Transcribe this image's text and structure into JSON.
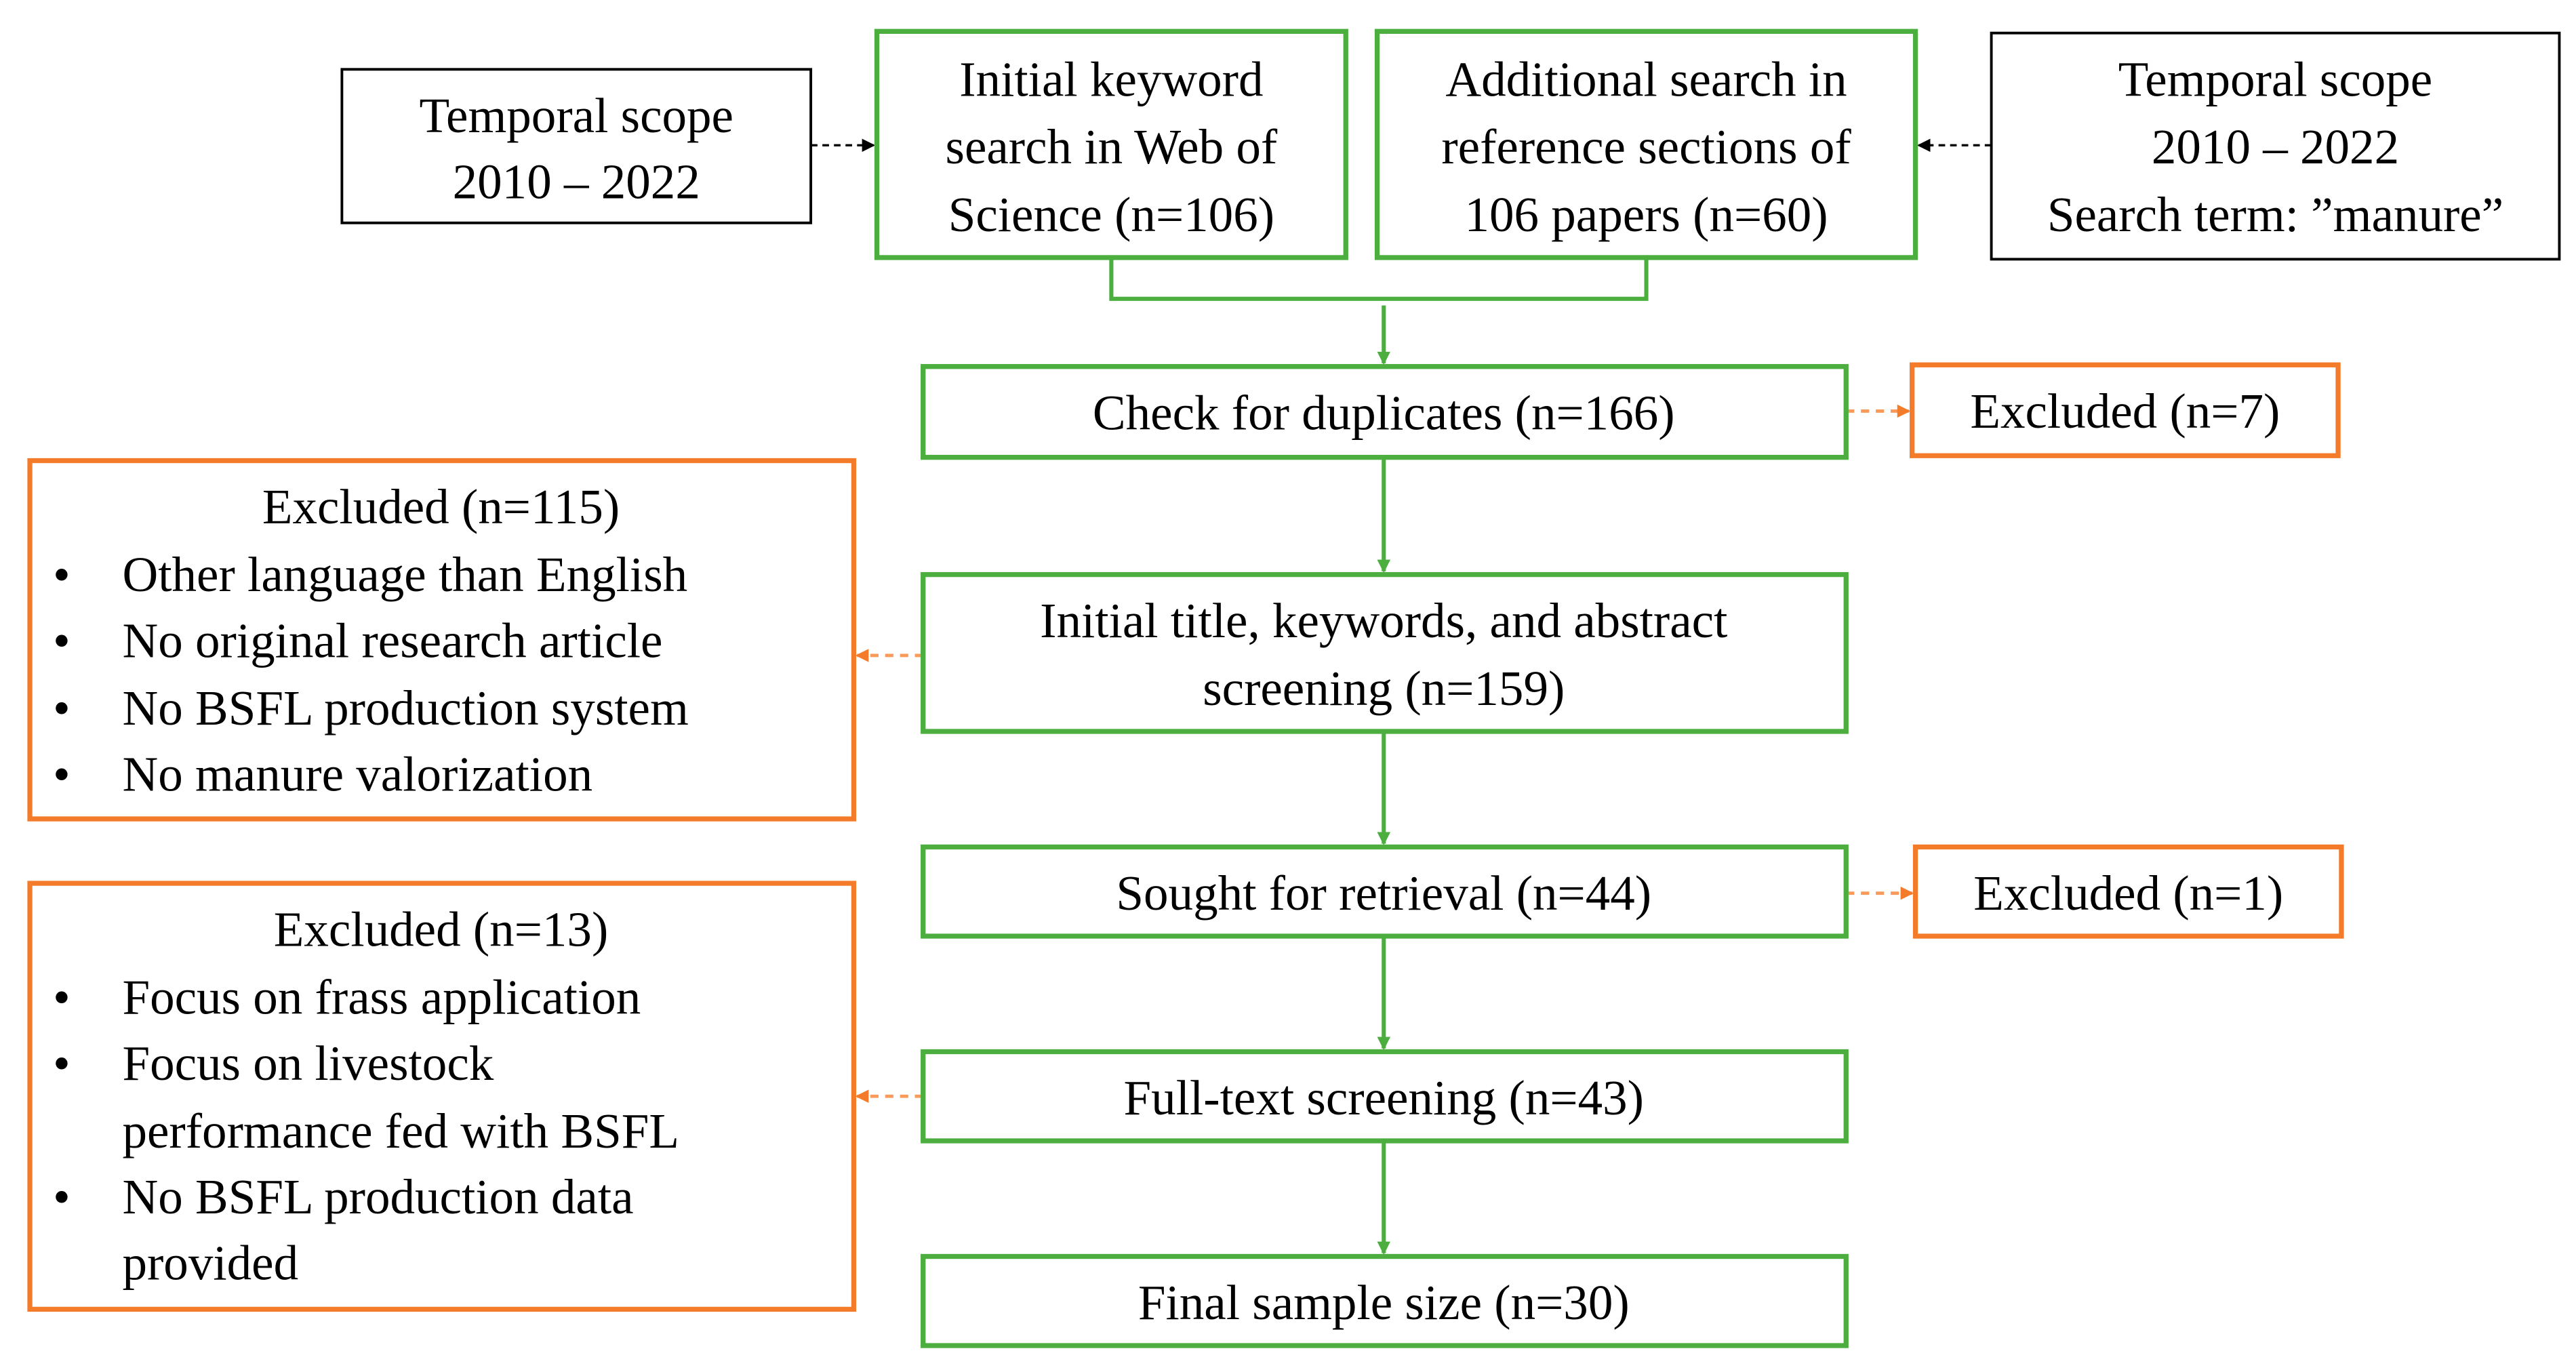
{
  "colors": {
    "included": "#4BAE3F",
    "excluded": "#F47B2A",
    "scope": "#000000"
  },
  "scope_left": {
    "lines": [
      "Temporal scope",
      "2010 – 2022"
    ]
  },
  "scope_right": {
    "lines": [
      "Temporal scope",
      "2010 – 2022",
      "Search term: ”manure”"
    ]
  },
  "wos_search": {
    "lines": [
      "Initial keyword",
      "search in Web of",
      "Science (n=106)"
    ]
  },
  "additional_search": {
    "lines": [
      "Additional search in",
      "reference sections of",
      "106 papers (n=60)"
    ]
  },
  "duplicates": {
    "label": "Check for duplicates (n=166)"
  },
  "excluded_duplicates": {
    "label": "Excluded (n=7)"
  },
  "screening": {
    "lines": [
      "Initial title, keywords, and abstract",
      "screening (n=159)"
    ]
  },
  "excluded_screening": {
    "title": "Excluded (n=115)",
    "items": [
      "Other language than English",
      "No original research article",
      "No BSFL production system",
      "No manure valorization"
    ]
  },
  "retrieval": {
    "label": "Sought for retrieval (n=44)"
  },
  "excluded_retrieval": {
    "label": "Excluded (n=1)"
  },
  "fulltext": {
    "label": "Full-text screening (n=43)"
  },
  "excluded_fulltext": {
    "title": "Excluded (n=13)",
    "items": [
      [
        "Focus on frass application"
      ],
      [
        "Focus on livestock",
        "performance fed with BSFL"
      ],
      [
        "No BSFL production data",
        "provided"
      ]
    ]
  },
  "final": {
    "label": "Final sample size (n=30)"
  }
}
